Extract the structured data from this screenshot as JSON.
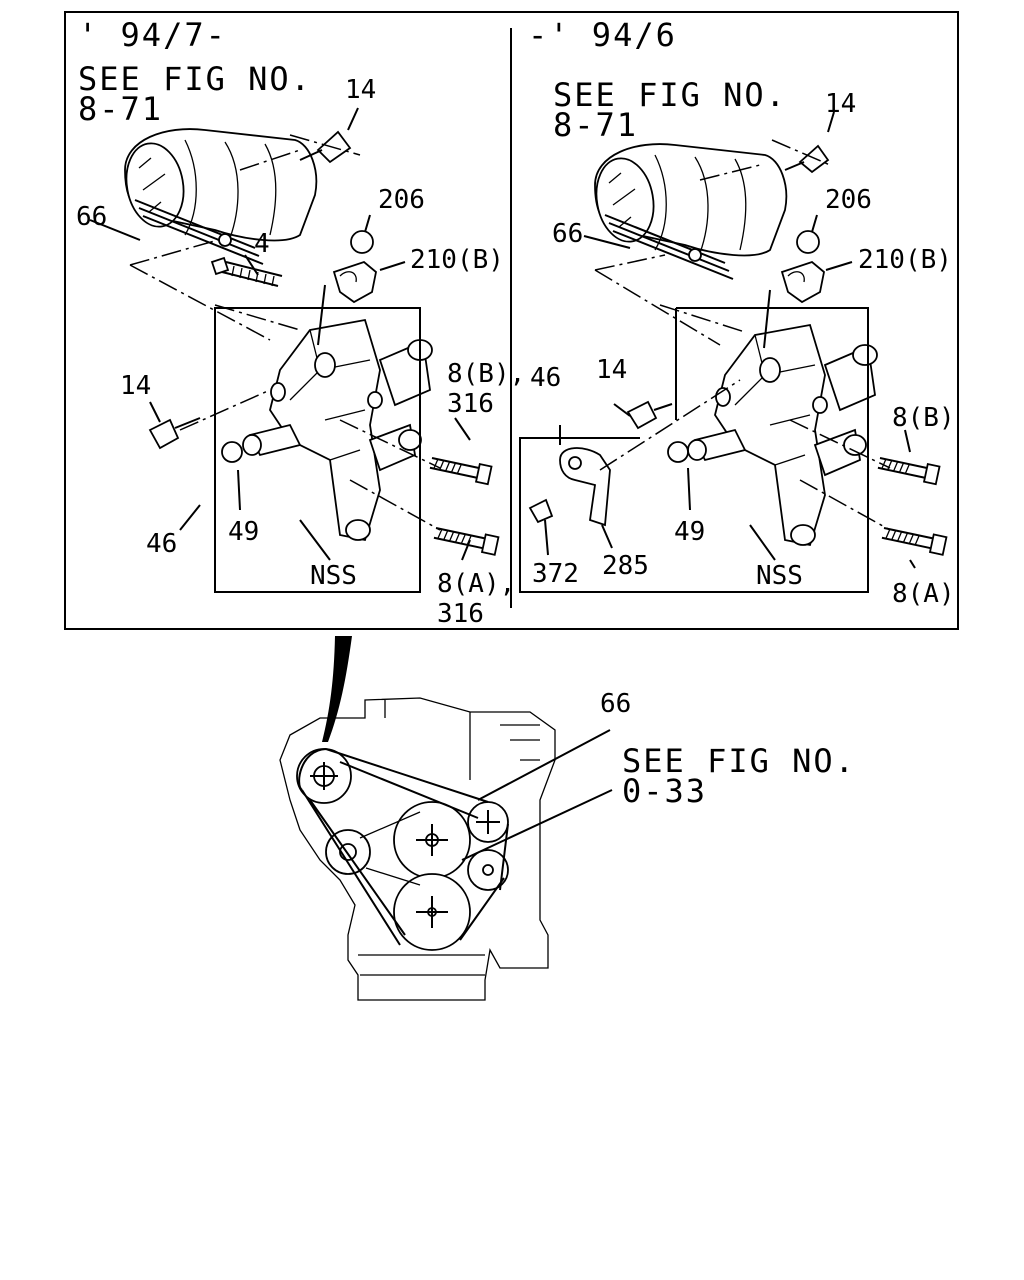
{
  "left_panel": {
    "date": "' 94/7-",
    "see_fig_line1": "SEE FIG NO.",
    "see_fig_line2": "8-71",
    "callouts": {
      "c14_top": "14",
      "c66": "66",
      "c206": "206",
      "c4": "4",
      "c210b": "210(B)",
      "c14_left": "14",
      "c8b": "8(B),",
      "c316_top": "316",
      "c49": "49",
      "c46": "46",
      "nss": "NSS",
      "c8a": "8(A),",
      "c316_bottom": "316"
    }
  },
  "right_panel": {
    "date": "-' 94/6",
    "see_fig_line1": "SEE FIG NO.",
    "see_fig_line2": "8-71",
    "callouts": {
      "c14_top": "14",
      "c66": "66",
      "c206": "206",
      "c210b": "210(B)",
      "c46": "46",
      "c14_mid": "14",
      "c8b": "8(B)",
      "c49": "49",
      "c372": "372",
      "c285": "285",
      "nss": "NSS",
      "c8a": "8(A)"
    }
  },
  "engine_view": {
    "c66": "66",
    "see_fig_line1": "SEE FIG NO.",
    "see_fig_line2": "0-33"
  }
}
